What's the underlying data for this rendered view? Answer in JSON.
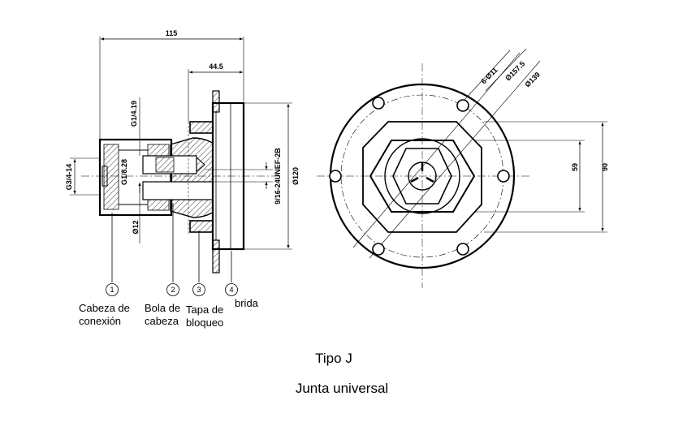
{
  "dimensions": {
    "overall_length": "115",
    "flange_offset": "44.5",
    "thread_side": "G3/4-14",
    "thread_ball_top": "G1/4.19",
    "thread_ball_inner": "G1/8.28",
    "bore_dia": "Ø12",
    "unef_thread": "9/16-24UNEF-2B",
    "flange_dia": "Ø120",
    "bolt_holes": "6-Ø11",
    "bolt_circle": "Ø157.5",
    "outer_dia": "Ø139",
    "hex_across_flats": "59",
    "hex_across_corners": "90"
  },
  "parts": [
    {
      "number": "1",
      "name_line1": "Cabeza de",
      "name_line2": "conexión"
    },
    {
      "number": "2",
      "name_line1": "Bola de",
      "name_line2": "cabeza"
    },
    {
      "number": "3",
      "name_line1": "Tapa de",
      "name_line2": "bloqueo"
    },
    {
      "number": "4",
      "name_line1": "brida",
      "name_line2": ""
    }
  ],
  "caption": {
    "type": "Tipo J",
    "name": "Junta universal"
  }
}
